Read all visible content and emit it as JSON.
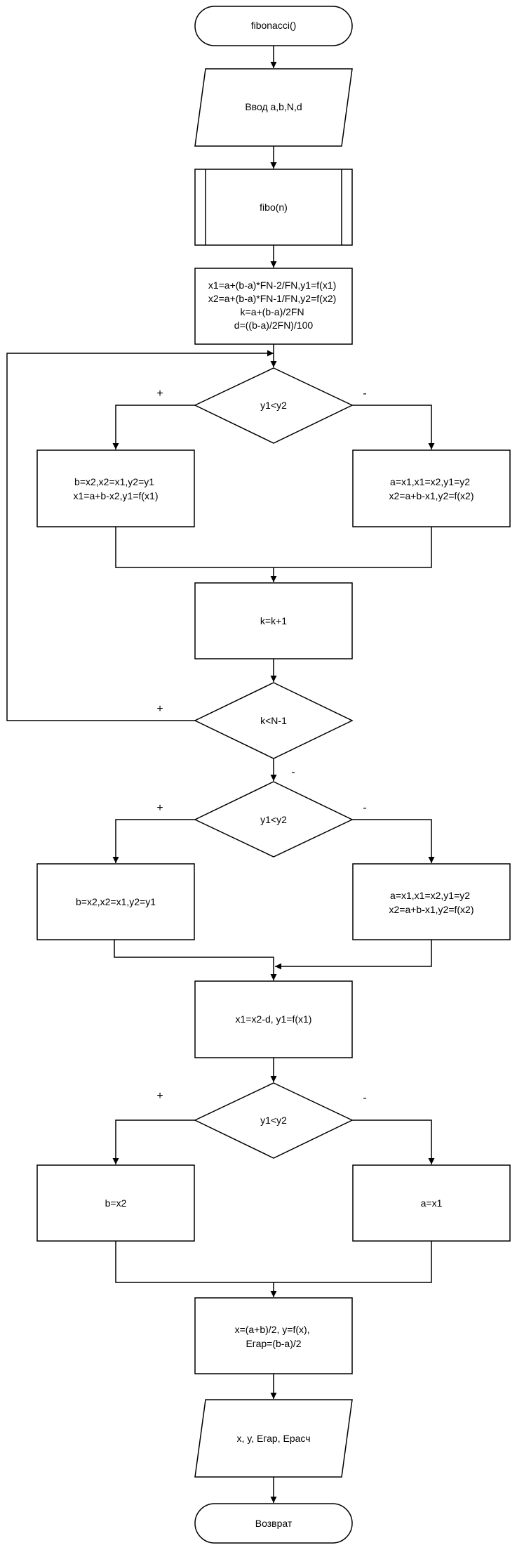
{
  "flowchart": {
    "start": "fibonacci()",
    "input": "Ввод a,b,N,d",
    "subprocess": "fibo(n)",
    "init": [
      "x1=a+(b-a)*FN-2/FN,y1=f(x1)",
      "x2=a+(b-a)*FN-1/FN,y2=f(x2)",
      "k=a+(b-a)/2FN",
      "d=((b-a)/2FN)/100"
    ],
    "decision1": "y1<y2",
    "branch1_left": [
      "b=x2,x2=x1,y2=y1",
      "x1=a+b-x2,y1=f(x1)"
    ],
    "branch1_right": [
      "a=x1,x1=x2,y1=y2",
      "x2=a+b-x1,y2=f(x2)"
    ],
    "increment": "k=k+1",
    "loop_check": "k<N-1",
    "decision2": "y1<y2",
    "branch2_left": "b=x2,x2=x1,y2=y1",
    "branch2_right": [
      "a=x1,x1=x2,y1=y2",
      "x2=a+b-x1,y2=f(x2)"
    ],
    "shift": "x1=x2-d, y1=f(x1)",
    "decision3": "y1<y2",
    "branch3_left": "b=x2",
    "branch3_right": "a=x1",
    "result": [
      "x=(a+b)/2, y=f(x),",
      "Eгар=(b-a)/2"
    ],
    "output": "x, y, Eгар, Eрасч",
    "end": "Возврат",
    "plus": "+",
    "minus": "-"
  }
}
